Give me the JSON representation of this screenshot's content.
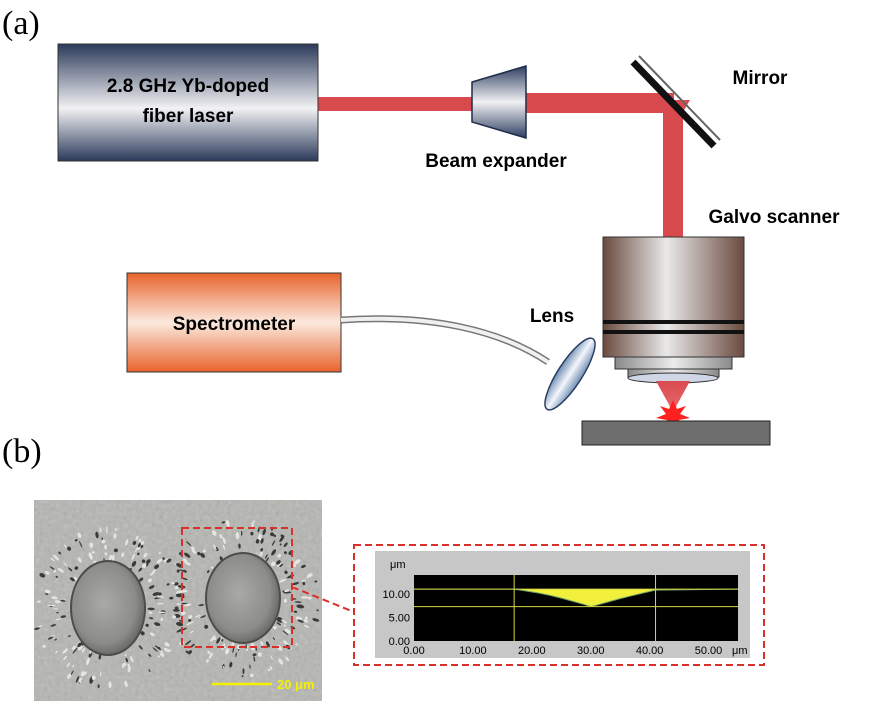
{
  "panels": {
    "a_label": "(a)",
    "b_label": "(b)"
  },
  "setup": {
    "laser_line1": "2.8 GHz Yb-doped",
    "laser_line2": "fiber laser",
    "beam_expander": "Beam expander",
    "mirror": "Mirror",
    "galvo_scanner": "Galvo scanner",
    "spectrometer": "Spectrometer",
    "lens": "Lens"
  },
  "micrograph": {
    "scale_bar": "20 μm"
  },
  "profile_chart": {
    "y_unit": "μm",
    "x_unit": "μm",
    "y_ticks": [
      "0.00",
      "5.00",
      "10.00"
    ],
    "x_ticks": [
      "0.00",
      "10.00",
      "20.00",
      "30.00",
      "40.00",
      "50.00"
    ]
  },
  "colors": {
    "beam": "#d94a4f",
    "profile_fill": "#f2f03c",
    "guide_line": "#d6d84a",
    "highlight_box": "#d9302c",
    "scale_bar": "#f5f000"
  },
  "chart_data": {
    "type": "area",
    "x": [
      0,
      17,
      19,
      21,
      23,
      25,
      27,
      29,
      30,
      31,
      33,
      35,
      37,
      39,
      41,
      55
    ],
    "values": [
      11.0,
      11.0,
      10.6,
      10.2,
      9.7,
      9.1,
      8.4,
      7.7,
      7.3,
      7.6,
      8.3,
      9.0,
      9.6,
      10.2,
      10.8,
      11.0
    ],
    "xlim": [
      0,
      55
    ],
    "ylim": [
      0,
      14
    ],
    "grid": false
  }
}
